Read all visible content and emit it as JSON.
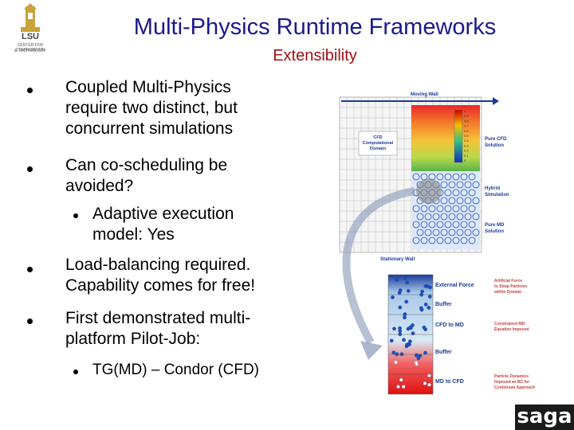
{
  "logo": {
    "lettering": "LSU",
    "sub1": "CENTER FOR COMPUTATION",
    "sub2": "& TECHNOLOGY"
  },
  "title": "Multi-Physics Runtime Frameworks",
  "subtitle": "Extensibility",
  "bullets": [
    {
      "lines": [
        "Coupled Multi-Physics",
        "require two distinct, but",
        "concurrent simulations"
      ]
    },
    {
      "lines": [
        "Can co-scheduling be",
        "avoided?"
      ]
    },
    {
      "sub_lines": [
        "Adaptive execution",
        "model: Yes"
      ]
    },
    {
      "lines": [
        "Load-balancing required.",
        "Capability comes for free!"
      ]
    },
    {
      "lines": [
        "First demonstrated multi-",
        "platform Pilot-Job:"
      ]
    },
    {
      "sub_lines": [
        "TG(MD) – Condor (CFD)"
      ]
    }
  ],
  "figure": {
    "moving_wall": "Moving Wall",
    "stationary_wall": "Stationary Wall",
    "cfd_domain": [
      "CFD",
      "Computational",
      "Domain"
    ],
    "pure_cfd": [
      "Pure CFD",
      "Solution"
    ],
    "hybrid": [
      "Hybrid",
      "Simulation"
    ],
    "pure_md": [
      "Pure MD",
      "Solution"
    ],
    "legend_values": [
      "1",
      "0.9",
      "0.8",
      "0.7",
      "0.6",
      "0.5",
      "0.4",
      "0.3",
      "0.2",
      "0.1",
      "0"
    ],
    "external_force": "External Force",
    "buffer1": "Buffer",
    "cfd_to_md": "CFD to MD",
    "buffer2": "Buffer",
    "md_to_cfd": "MD to CFD",
    "note1": [
      "Artificial Force",
      "to Strap Particles",
      "within Domain"
    ],
    "note2": [
      "Constrained MD",
      "Equation Imposed"
    ],
    "note3": [
      "Particle Dynamics",
      "Imposed as BC for",
      "Continuum Approach"
    ]
  },
  "saga_logo": "saga"
}
